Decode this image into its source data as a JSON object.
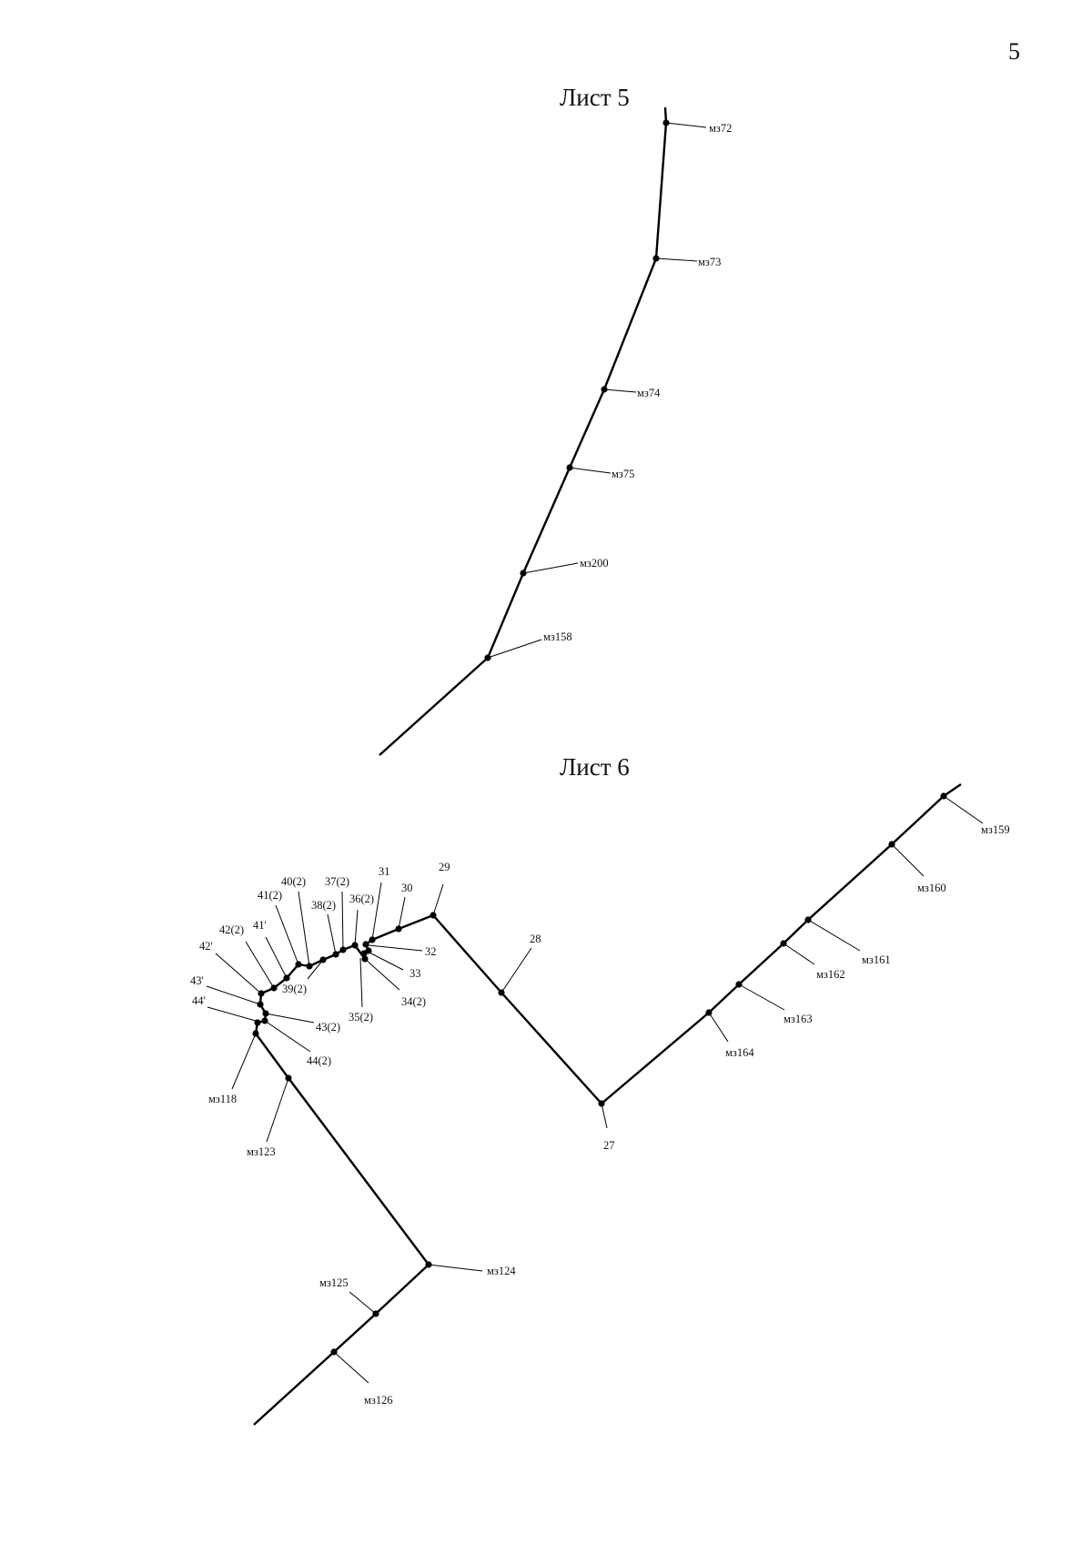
{
  "page_number": "5",
  "sheet5": {
    "title": "Лист 5",
    "points": [
      {
        "id": "mz372",
        "label": "мз72"
      },
      {
        "id": "mz373",
        "label": "мз73"
      },
      {
        "id": "mz374",
        "label": "мз74"
      },
      {
        "id": "mz375",
        "label": "мз75"
      },
      {
        "id": "mz200",
        "label": "мз200"
      },
      {
        "id": "mz158",
        "label": "мз158"
      }
    ]
  },
  "sheet6": {
    "title": "Лист 6",
    "points": [
      {
        "id": "mz159",
        "label": "мз159"
      },
      {
        "id": "mz160",
        "label": "мз160"
      },
      {
        "id": "mz161",
        "label": "мз161"
      },
      {
        "id": "mz162",
        "label": "мз162"
      },
      {
        "id": "mz163",
        "label": "мз163"
      },
      {
        "id": "mz164",
        "label": "мз164"
      },
      {
        "id": "p27",
        "label": "27"
      },
      {
        "id": "p28",
        "label": "28"
      },
      {
        "id": "p29",
        "label": "29"
      },
      {
        "id": "p30",
        "label": "30"
      },
      {
        "id": "p31",
        "label": "31"
      },
      {
        "id": "p32",
        "label": "32"
      },
      {
        "id": "p33",
        "label": "33"
      },
      {
        "id": "p34_2",
        "label": "34(2)"
      },
      {
        "id": "p35_2",
        "label": "35(2)"
      },
      {
        "id": "p36_2",
        "label": "36(2)"
      },
      {
        "id": "p37_2",
        "label": "37(2)"
      },
      {
        "id": "p38_2",
        "label": "38(2)"
      },
      {
        "id": "p39_2",
        "label": "39(2)"
      },
      {
        "id": "p40_2",
        "label": "40(2)"
      },
      {
        "id": "p41_2",
        "label": "41(2)"
      },
      {
        "id": "p41p",
        "label": "41'"
      },
      {
        "id": "p42_2",
        "label": "42(2)"
      },
      {
        "id": "p42p",
        "label": "42'"
      },
      {
        "id": "p43p",
        "label": "43'"
      },
      {
        "id": "p43_2",
        "label": "43(2)"
      },
      {
        "id": "p44p",
        "label": "44'"
      },
      {
        "id": "p44_2",
        "label": "44(2)"
      },
      {
        "id": "mz118",
        "label": "мз118"
      },
      {
        "id": "mz123",
        "label": "мз123"
      },
      {
        "id": "mz124",
        "label": "мз124"
      },
      {
        "id": "mz125",
        "label": "мз125"
      },
      {
        "id": "mz126",
        "label": "мз126"
      }
    ]
  }
}
